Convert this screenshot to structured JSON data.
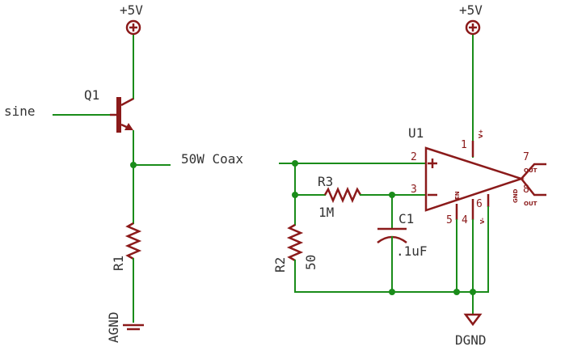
{
  "power": {
    "left_label": "+5V",
    "right_label": "+5V"
  },
  "input": {
    "label": "sine"
  },
  "q1": {
    "name": "Q1"
  },
  "r1": {
    "name": "R1"
  },
  "agnd": {
    "label": "AGND"
  },
  "coax": {
    "label": "50W Coax"
  },
  "r3": {
    "name": "R3",
    "value": "1M"
  },
  "c1": {
    "name": "C1",
    "value": ".1uF"
  },
  "r2": {
    "name": "R2",
    "value": "50"
  },
  "u1": {
    "name": "U1",
    "pins": {
      "p1": "1",
      "p2": "2",
      "p3": "3",
      "p4": "4",
      "p5": "5",
      "p6": "6",
      "p7": "7",
      "p8": "8"
    },
    "pin_labels": {
      "vplus": "V+",
      "vminus": "V-",
      "en": "EN",
      "gnd": "GND",
      "out": "OUT",
      "outb": "OUT"
    }
  },
  "dgnd": {
    "label": "DGND"
  },
  "colors": {
    "wire": "#1a8c1a",
    "part": "#8b1a1a",
    "text": "#333333"
  }
}
